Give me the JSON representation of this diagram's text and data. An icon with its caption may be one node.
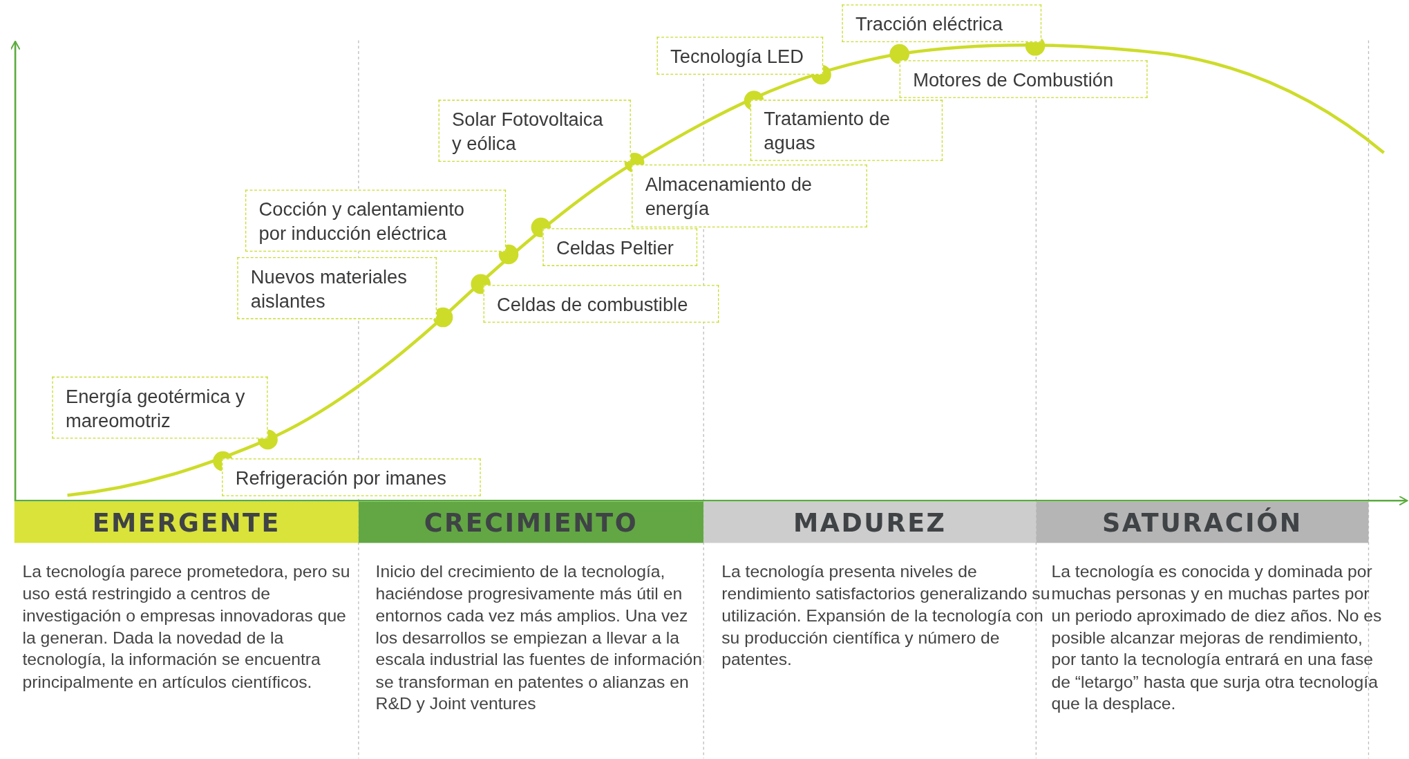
{
  "diagram": {
    "nodes": [
      {
        "text": [
          "Tracción eléctrica"
        ]
      },
      {
        "text": [
          "Tecnología LED"
        ]
      },
      {
        "text": [
          "Motores de Combustión"
        ]
      },
      {
        "text": [
          "Solar Fotovoltaica y eólica"
        ]
      },
      {
        "text": [
          "Tratamiento de aguas"
        ]
      },
      {
        "text": [
          "Almacenamiento de energía"
        ]
      },
      {
        "text": [
          "Cocción y calentamiento por inducción eléctrica"
        ]
      },
      {
        "text": [
          "Celdas Peltier"
        ]
      },
      {
        "text": [
          "Nuevos materiales aislantes"
        ]
      },
      {
        "text": [
          "Celdas de combustible"
        ]
      },
      {
        "text": [
          "Energía geotérmica y mareomotriz"
        ]
      },
      {
        "text": [
          "Refrigeración por imanes"
        ]
      },
      {
        "text": [
          "EMERGENTE"
        ]
      },
      {
        "text": [
          "CRECIMIENTO"
        ]
      },
      {
        "text": [
          "MADUREZ"
        ]
      },
      {
        "text": [
          "SATURACIÓN"
        ]
      }
    ],
    "labels": [
      "La tecnología parece prometedora, pero su uso está restringido a centros de investigación o empresas innovadoras que la generan. Dada la novedad de la tecnología, la información se encuentra principalmente en artículos científicos.",
      "Inicio del crecimiento de la tecnología, haciéndose progresivamente más útil en entornos cada vez más amplios. Una vez los desarrollos se empiezan a llevar a la escala industrial las fuentes de información se transforman en patentes o alianzas en R&D y Joint ventures",
      "La tecnología presenta niveles de rendimiento satisfactorios generalizando su utilización. Expansión de la tecnología con su producción científica y número de patentes.",
      "La tecnología es conocida y dominada por muchas personas y en muchas partes por un periodo aproximado de diez años. No es posible alcanzar mejoras de rendimiento, por tanto la tecnología entrará en una fase de “letargo” hasta que surja otra tecnología que la desplace."
    ]
  }
}
